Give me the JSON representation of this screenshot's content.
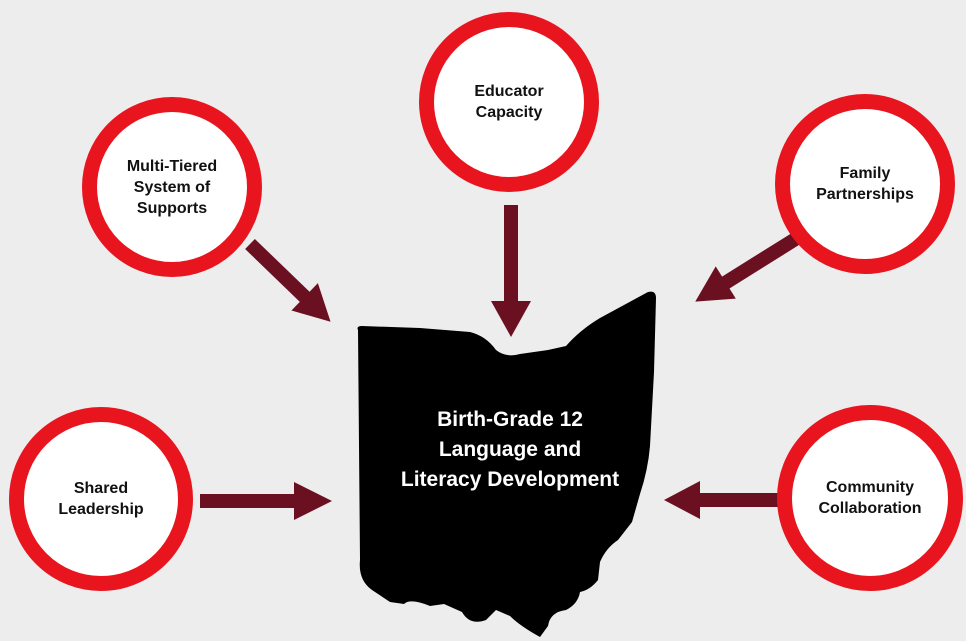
{
  "center": {
    "label": "Birth-Grade 12\nLanguage and\nLiteracy Development"
  },
  "nodes": {
    "educator_capacity": "Educator\nCapacity",
    "mtss": "Multi-Tiered\nSystem of\nSupports",
    "family_partnerships": "Family\nPartnerships",
    "shared_leadership": "Shared\nLeadership",
    "community_collaboration": "Community\nCollaboration"
  },
  "colors": {
    "background": "#ededed",
    "ring": "#e8141e",
    "arrow": "#6b1020",
    "state": "#000000"
  }
}
